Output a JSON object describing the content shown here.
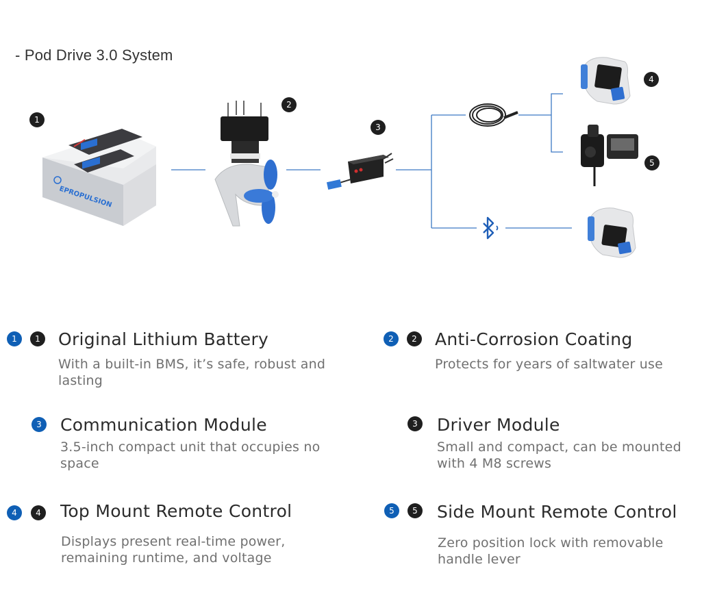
{
  "page": {
    "title": "- Pod Drive 3.0 System"
  },
  "colors": {
    "accent": "#0f5fb5",
    "badge_dark": "#1f1f1f",
    "connector_line": "#3b78c4",
    "title_text": "#2b2b2b",
    "desc_text": "#707070"
  },
  "diagram": {
    "battery_brand": "EPROPULSION",
    "badges": [
      "1",
      "2",
      "3",
      "4",
      "5"
    ],
    "components": [
      {
        "id": "1",
        "name": "battery-image"
      },
      {
        "id": "2",
        "name": "pod-drive-motor-image"
      },
      {
        "id": "3",
        "name": "driver-module-image"
      },
      {
        "id": "4",
        "name": "top-mount-remote-image"
      },
      {
        "id": "5",
        "name": "side-mount-remote-image"
      }
    ],
    "icons": [
      "cable-icon",
      "bluetooth-icon"
    ]
  },
  "features": [
    {
      "blue_num": "1",
      "dark_num": "1",
      "title": "Original Lithium Battery",
      "desc": "With a built-in BMS, it’s safe, robust and lasting"
    },
    {
      "blue_num": "2",
      "dark_num": "2",
      "title": "Anti-Corrosion Coating",
      "desc": "Protects for years of saltwater use"
    },
    {
      "blue_num": "3",
      "dark_num": "",
      "title": "Communication Module",
      "desc": "3.5-inch compact unit that occupies no space"
    },
    {
      "blue_num": "",
      "dark_num": "3",
      "title": "Driver Module",
      "desc": "Small and compact, can be mounted with 4 M8 screws"
    },
    {
      "blue_num": "4",
      "dark_num": "4",
      "title": "Top Mount Remote Control",
      "desc": "Displays present real-time power, remaining runtime, and voltage"
    },
    {
      "blue_num": "5",
      "dark_num": "5",
      "title": "Side Mount Remote Control",
      "desc": "Zero position lock with removable handle lever"
    }
  ]
}
